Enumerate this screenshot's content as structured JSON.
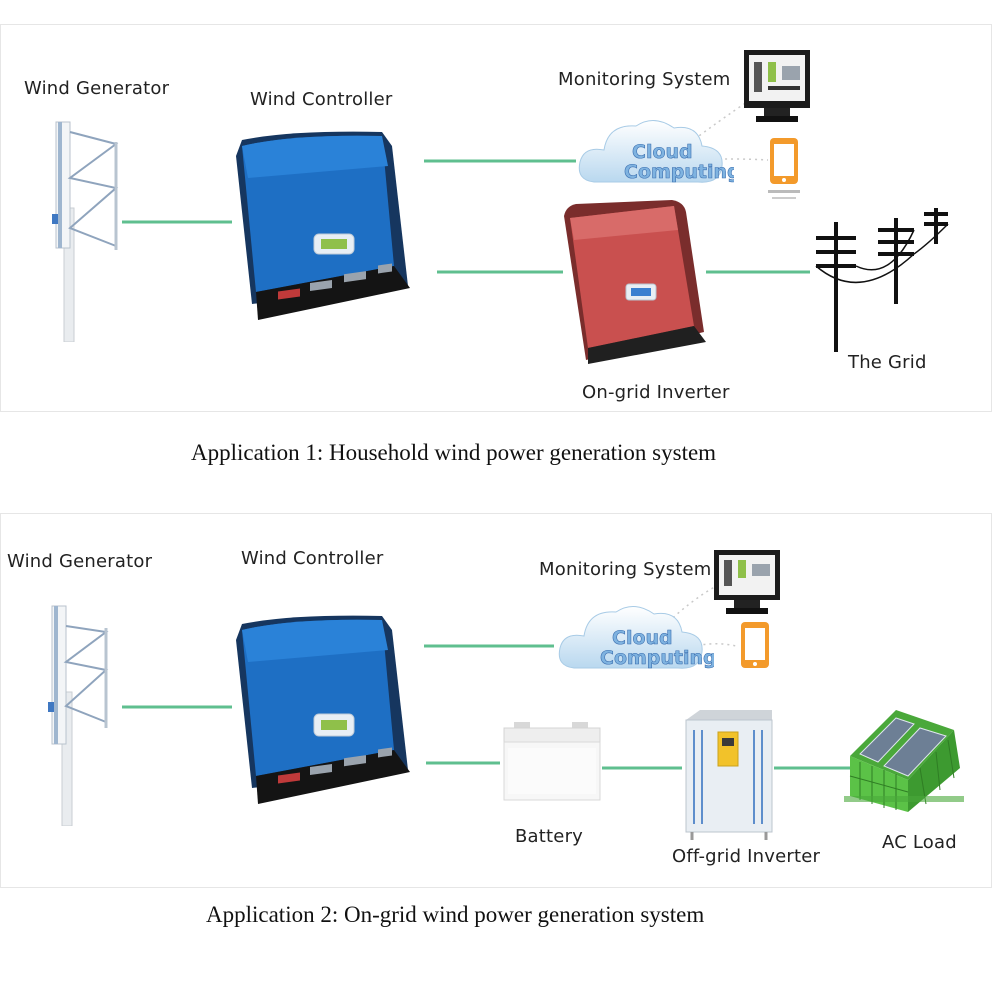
{
  "colors": {
    "line": "#5fbf8f",
    "controller_blue": "#1e6fc4",
    "inverter_red": "#c9504f"
  },
  "application_1": {
    "caption": "Application 1: Household wind power generation system",
    "labels": {
      "wind_generator": "Wind Generator",
      "wind_controller": "Wind Controller",
      "monitoring_system": "Monitoring System",
      "on_grid_inverter": "On-grid Inverter",
      "the_grid": "The Grid"
    }
  },
  "application_2": {
    "caption": "Application 2: On-grid wind power generation system",
    "labels": {
      "wind_generator": "Wind Generator",
      "wind_controller": "Wind Controller",
      "monitoring_system": "Monitoring System",
      "battery": "Battery",
      "off_grid_inverter": "Off-grid Inverter",
      "ac_load": "AC Load"
    }
  },
  "cloud_text": [
    "Cloud",
    "Computing"
  ],
  "icons": {
    "turbine": "vertical-wind-turbine-icon",
    "controller": "wind-controller-unit-icon",
    "cloud": "cloud-computing-icon",
    "monitor": "monitor-icon",
    "phone": "smartphone-icon",
    "inverter": "inverter-unit-icon",
    "grid": "power-pole-icon",
    "battery": "battery-icon",
    "load": "house-solar-icon"
  }
}
